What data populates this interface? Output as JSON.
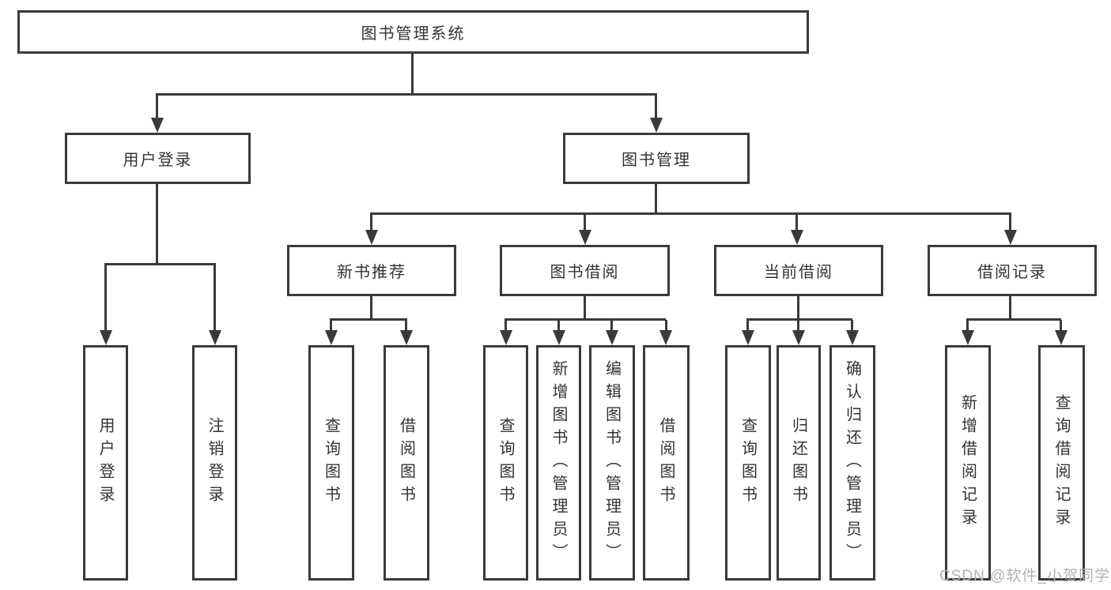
{
  "diagram": {
    "root": {
      "label": "图书管理系统"
    },
    "level2": [
      {
        "label": "用户登录"
      },
      {
        "label": "图书管理"
      }
    ],
    "level3": [
      {
        "label": "新书推荐"
      },
      {
        "label": "图书借阅"
      },
      {
        "label": "当前借阅"
      },
      {
        "label": "借阅记录"
      }
    ],
    "leaves": {
      "user_login": [
        "用户登录",
        "注销登录"
      ],
      "new_book": [
        "查询图书",
        "借阅图书"
      ],
      "book_borrow": [
        "查询图书",
        "新增图书（管理员）",
        "编辑图书（管理员）",
        "借阅图书"
      ],
      "current_borrow": [
        "查询图书",
        "归还图书",
        "确认归还（管理员）"
      ],
      "borrow_record": [
        "新增借阅记录",
        "查询借阅记录"
      ]
    },
    "watermark": "CSDN @软件_小贺同学",
    "colors": {
      "line": "#3a3a3a",
      "text": "#333333",
      "watermark": "#b0b0b0",
      "bg": "#ffffff"
    }
  }
}
